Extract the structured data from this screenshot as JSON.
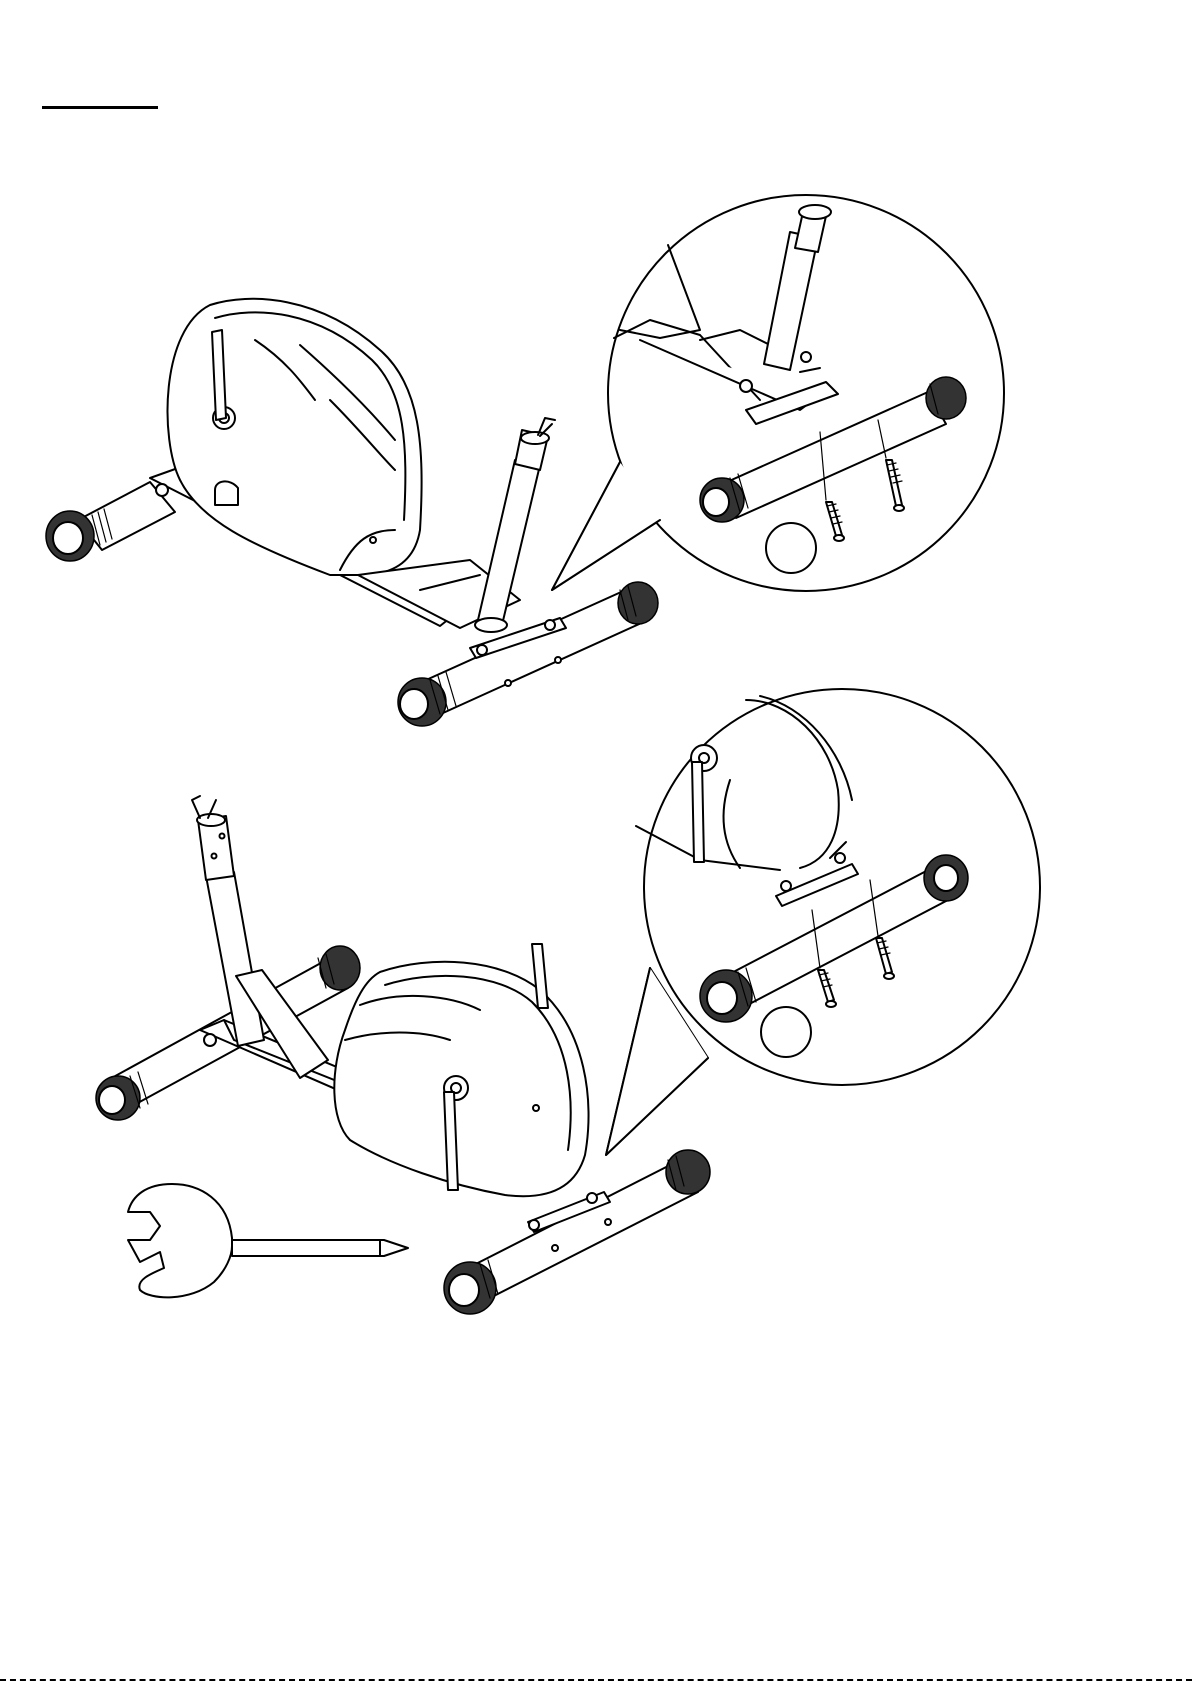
{
  "page": {
    "background": "#ffffff",
    "line_color": "#000000"
  },
  "figures": [
    {
      "name": "front-stabilizer-assembly",
      "callout_icon": "magnified-detail-circle",
      "part_marker_icon": "blank-circle-marker"
    },
    {
      "name": "rear-stabilizer-assembly",
      "callout_icon": "magnified-detail-circle",
      "part_marker_icon": "blank-circle-marker"
    }
  ],
  "tool": {
    "icon": "combination-wrench-screwdriver"
  }
}
